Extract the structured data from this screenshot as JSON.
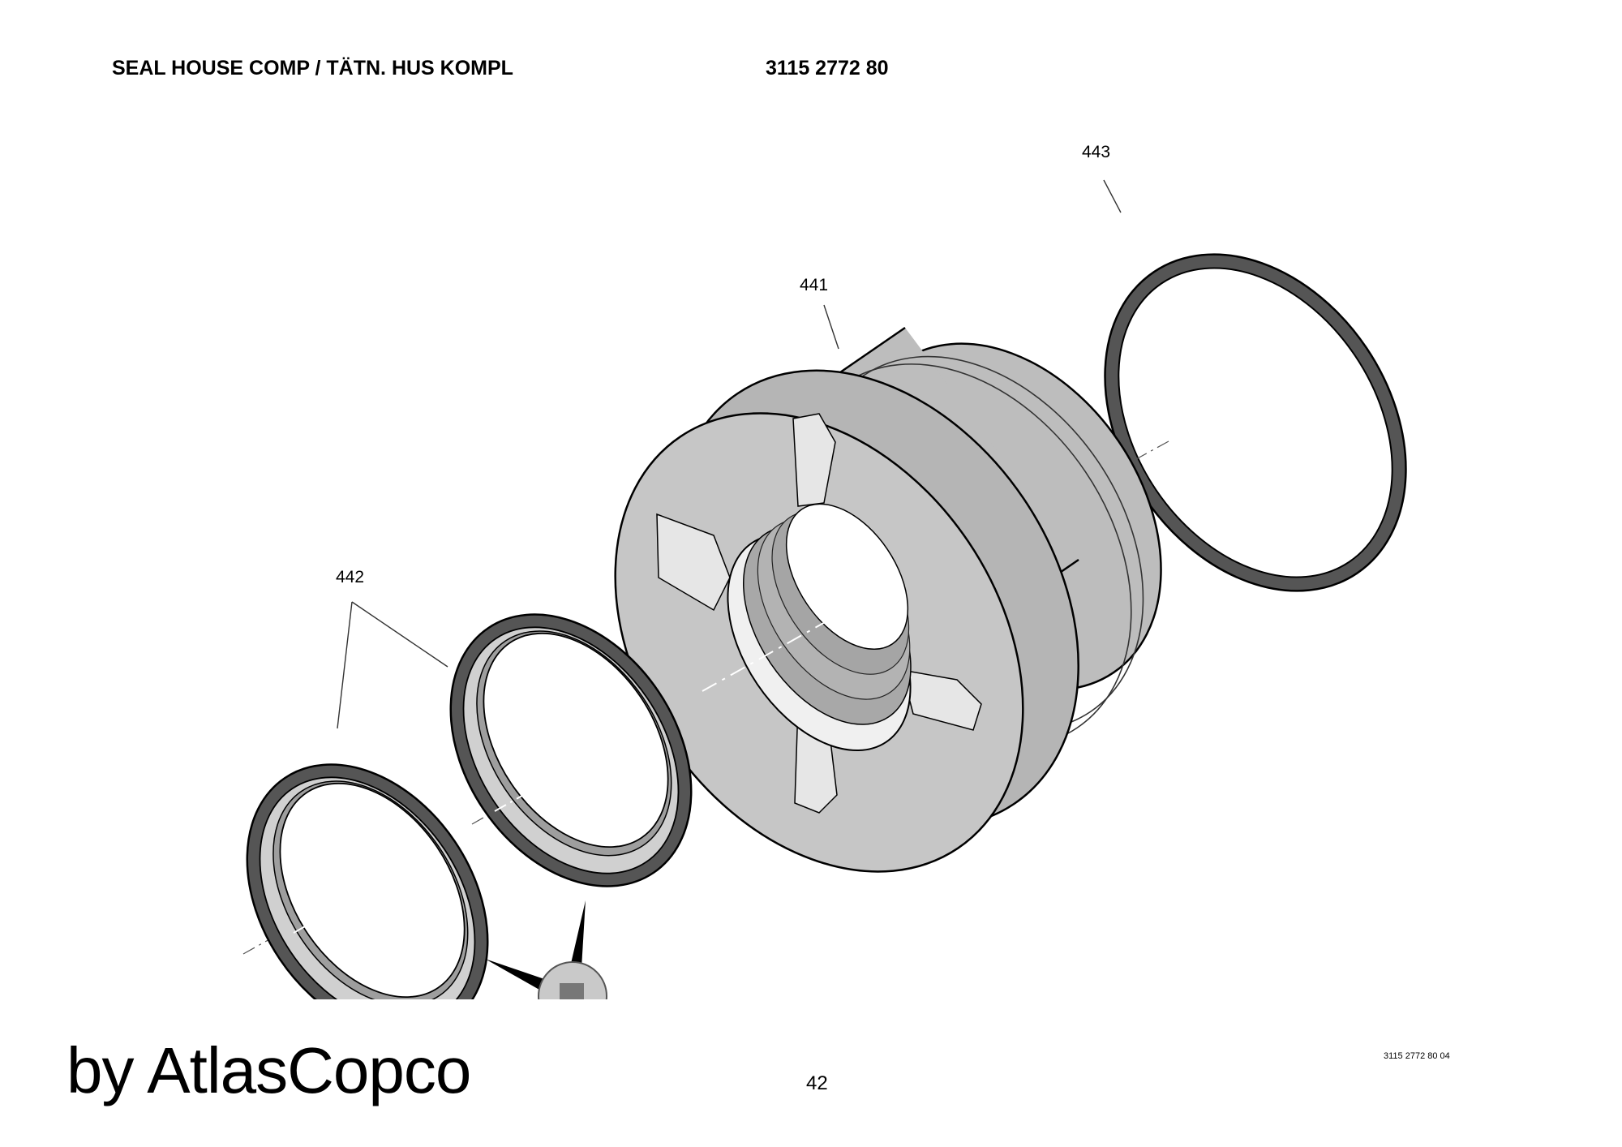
{
  "header": {
    "title": "SEAL HOUSE COMP / TÄTN. HUS KOMPL",
    "part_number": "3115 2772 80"
  },
  "callouts": {
    "c441": "441",
    "c442": "442",
    "c443": "443"
  },
  "footer": {
    "brand": "by AtlasCopco",
    "page_number": "42",
    "drawing_ref": "3115 2772 80 04"
  },
  "colors": {
    "housing_face": "#c6c6c6",
    "housing_side": "#b9b9b9",
    "pad_light": "#e6e6e6",
    "bore": "#a9a9a9",
    "ring_dark": "#555555",
    "ring_light": "#cfcfcf",
    "line": "#000000"
  }
}
